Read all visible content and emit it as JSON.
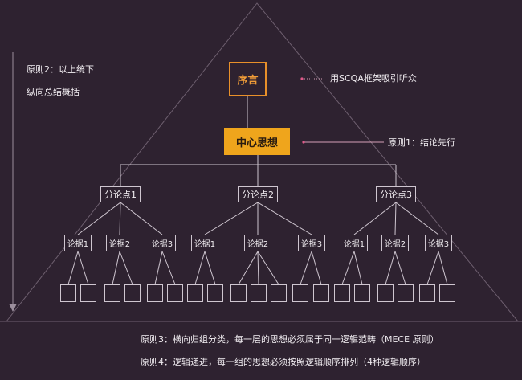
{
  "diagram": {
    "preface": "序言",
    "central_idea": "中心思想",
    "preface_note": "用SCQA框架吸引听众",
    "principle1": "原则1：结论先行",
    "principle2_line1": "原则2：以上统下",
    "principle2_line2": "纵向总结概括",
    "principle3": "原则3：横向归组分类，每一层的思想必须属于同一逻辑范畴（MECE 原则）",
    "principle4": "原则4：逻辑递进，每一组的思想必须按照逻辑顺序排列（4种逻辑顺序）",
    "arguments": [
      {
        "label": "分论点1",
        "subs": [
          "论据1",
          "论据2",
          "论据3"
        ]
      },
      {
        "label": "分论点2",
        "subs": [
          "论据1",
          "论据2",
          "论据3"
        ]
      },
      {
        "label": "分论点3",
        "subs": [
          "论据1",
          "论据2",
          "论据3"
        ]
      }
    ],
    "colors": {
      "background": "#2e2230",
      "accent_orange": "#efa51c",
      "line": "#cfc6d0"
    }
  }
}
